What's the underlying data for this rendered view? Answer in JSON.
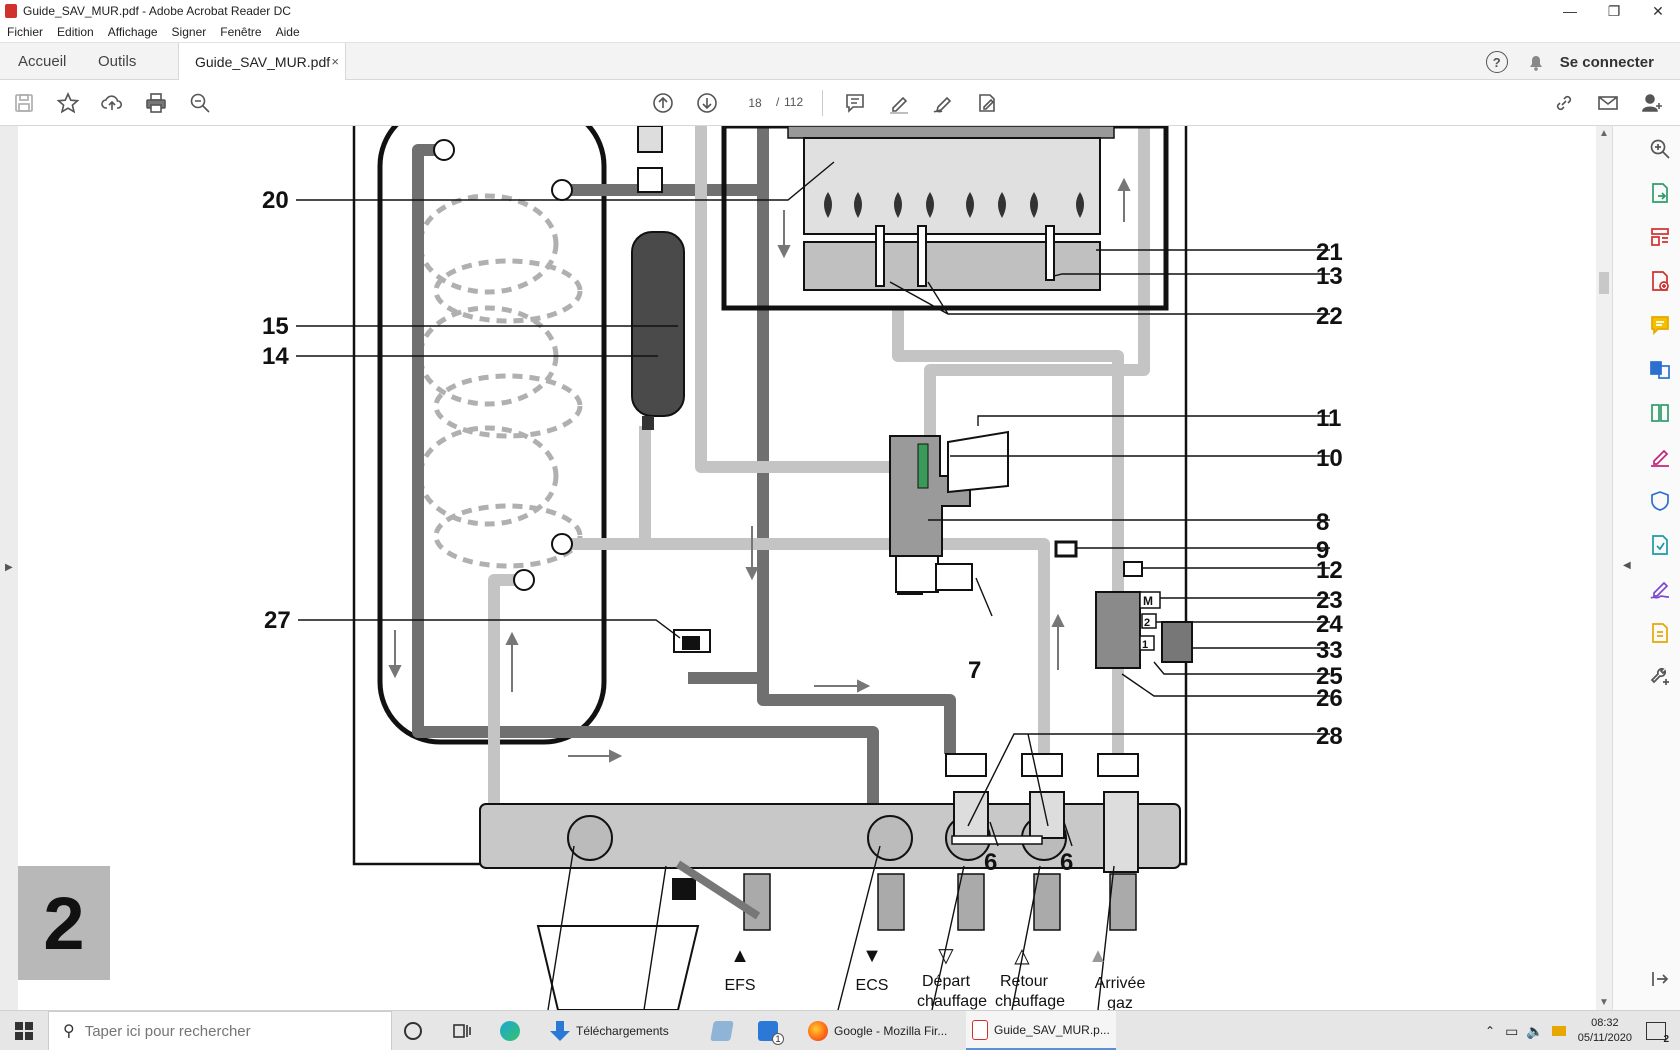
{
  "window": {
    "title": "Guide_SAV_MUR.pdf - Adobe Acrobat Reader DC",
    "minimize": "—",
    "maximize": "❐",
    "close": "✕"
  },
  "menu": [
    "Fichier",
    "Edition",
    "Affichage",
    "Signer",
    "Fenêtre",
    "Aide"
  ],
  "tabs": {
    "home": "Accueil",
    "tools": "Outils",
    "document": "Guide_SAV_MUR.pdf",
    "close": "×"
  },
  "account": {
    "connect_label": "Se connecter",
    "help": "?"
  },
  "toolbar": {
    "current_page": "18",
    "separator": "/",
    "total_pages": "112"
  },
  "diagram": {
    "page_number": "2",
    "labels": [
      "20",
      "15",
      "14",
      "27",
      "21",
      "13",
      "22",
      "11",
      "10",
      "8",
      "9",
      "12",
      "23",
      "24",
      "33",
      "25",
      "26",
      "7",
      "28",
      "6",
      "6"
    ],
    "connections": [
      {
        "symbol": "▲",
        "line1": "EFS",
        "line2": ""
      },
      {
        "symbol": "▼",
        "line1": "ECS",
        "line2": ""
      },
      {
        "symbol": "▽",
        "line1": "Départ",
        "line2": "chauffage"
      },
      {
        "symbol": "△",
        "line1": "Retour",
        "line2": "chauffage"
      },
      {
        "symbol": "▲",
        "line1": "Arrivée",
        "line2": "gaz"
      }
    ],
    "component_marks": {
      "motor": "M",
      "step2": "2",
      "step1": "1"
    }
  },
  "taskbar": {
    "search_placeholder": "Taper ici pour rechercher",
    "apps": [
      {
        "label": "Téléchargements"
      },
      {
        "label": "Google - Mozilla Fir..."
      },
      {
        "label": "Guide_SAV_MUR.p..."
      }
    ],
    "mail_badge": "1",
    "time": "08:32",
    "date": "05/11/2020",
    "notifications": "2"
  },
  "colors": {
    "acrobat_red": "#d0312d",
    "pipe_dark": "#707070",
    "pipe_light": "#c4c4c4",
    "badge_gray": "#b8b8b8",
    "taskbar_accent": "#5b8fd6"
  }
}
